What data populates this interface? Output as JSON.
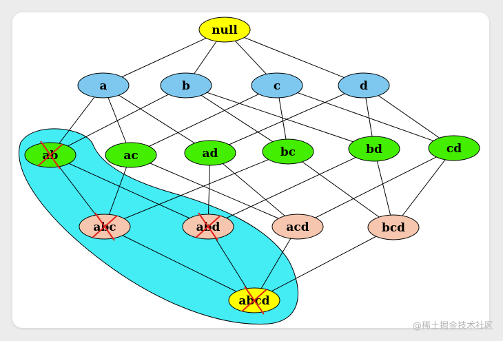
{
  "colors": {
    "top": "#ffff00",
    "level1": "#7ec8ef",
    "level2": "#44ee00",
    "level3": "#f6c6ae",
    "bottom": "#ffff00",
    "highlight": "#44ecf4",
    "edge": "#000000",
    "cross": "#e0231b"
  },
  "nodes": {
    "null": "null",
    "a": "a",
    "b": "b",
    "c": "c",
    "d": "d",
    "ab": "ab",
    "ac": "ac",
    "ad": "ad",
    "bc": "bc",
    "bd": "bd",
    "cd": "cd",
    "abc": "abc",
    "abd": "abd",
    "acd": "acd",
    "bcd": "bcd",
    "abcd": "abcd"
  },
  "pruned": [
    "ab",
    "abc",
    "abd",
    "abcd"
  ],
  "watermark": "@稀土掘金技术社区"
}
